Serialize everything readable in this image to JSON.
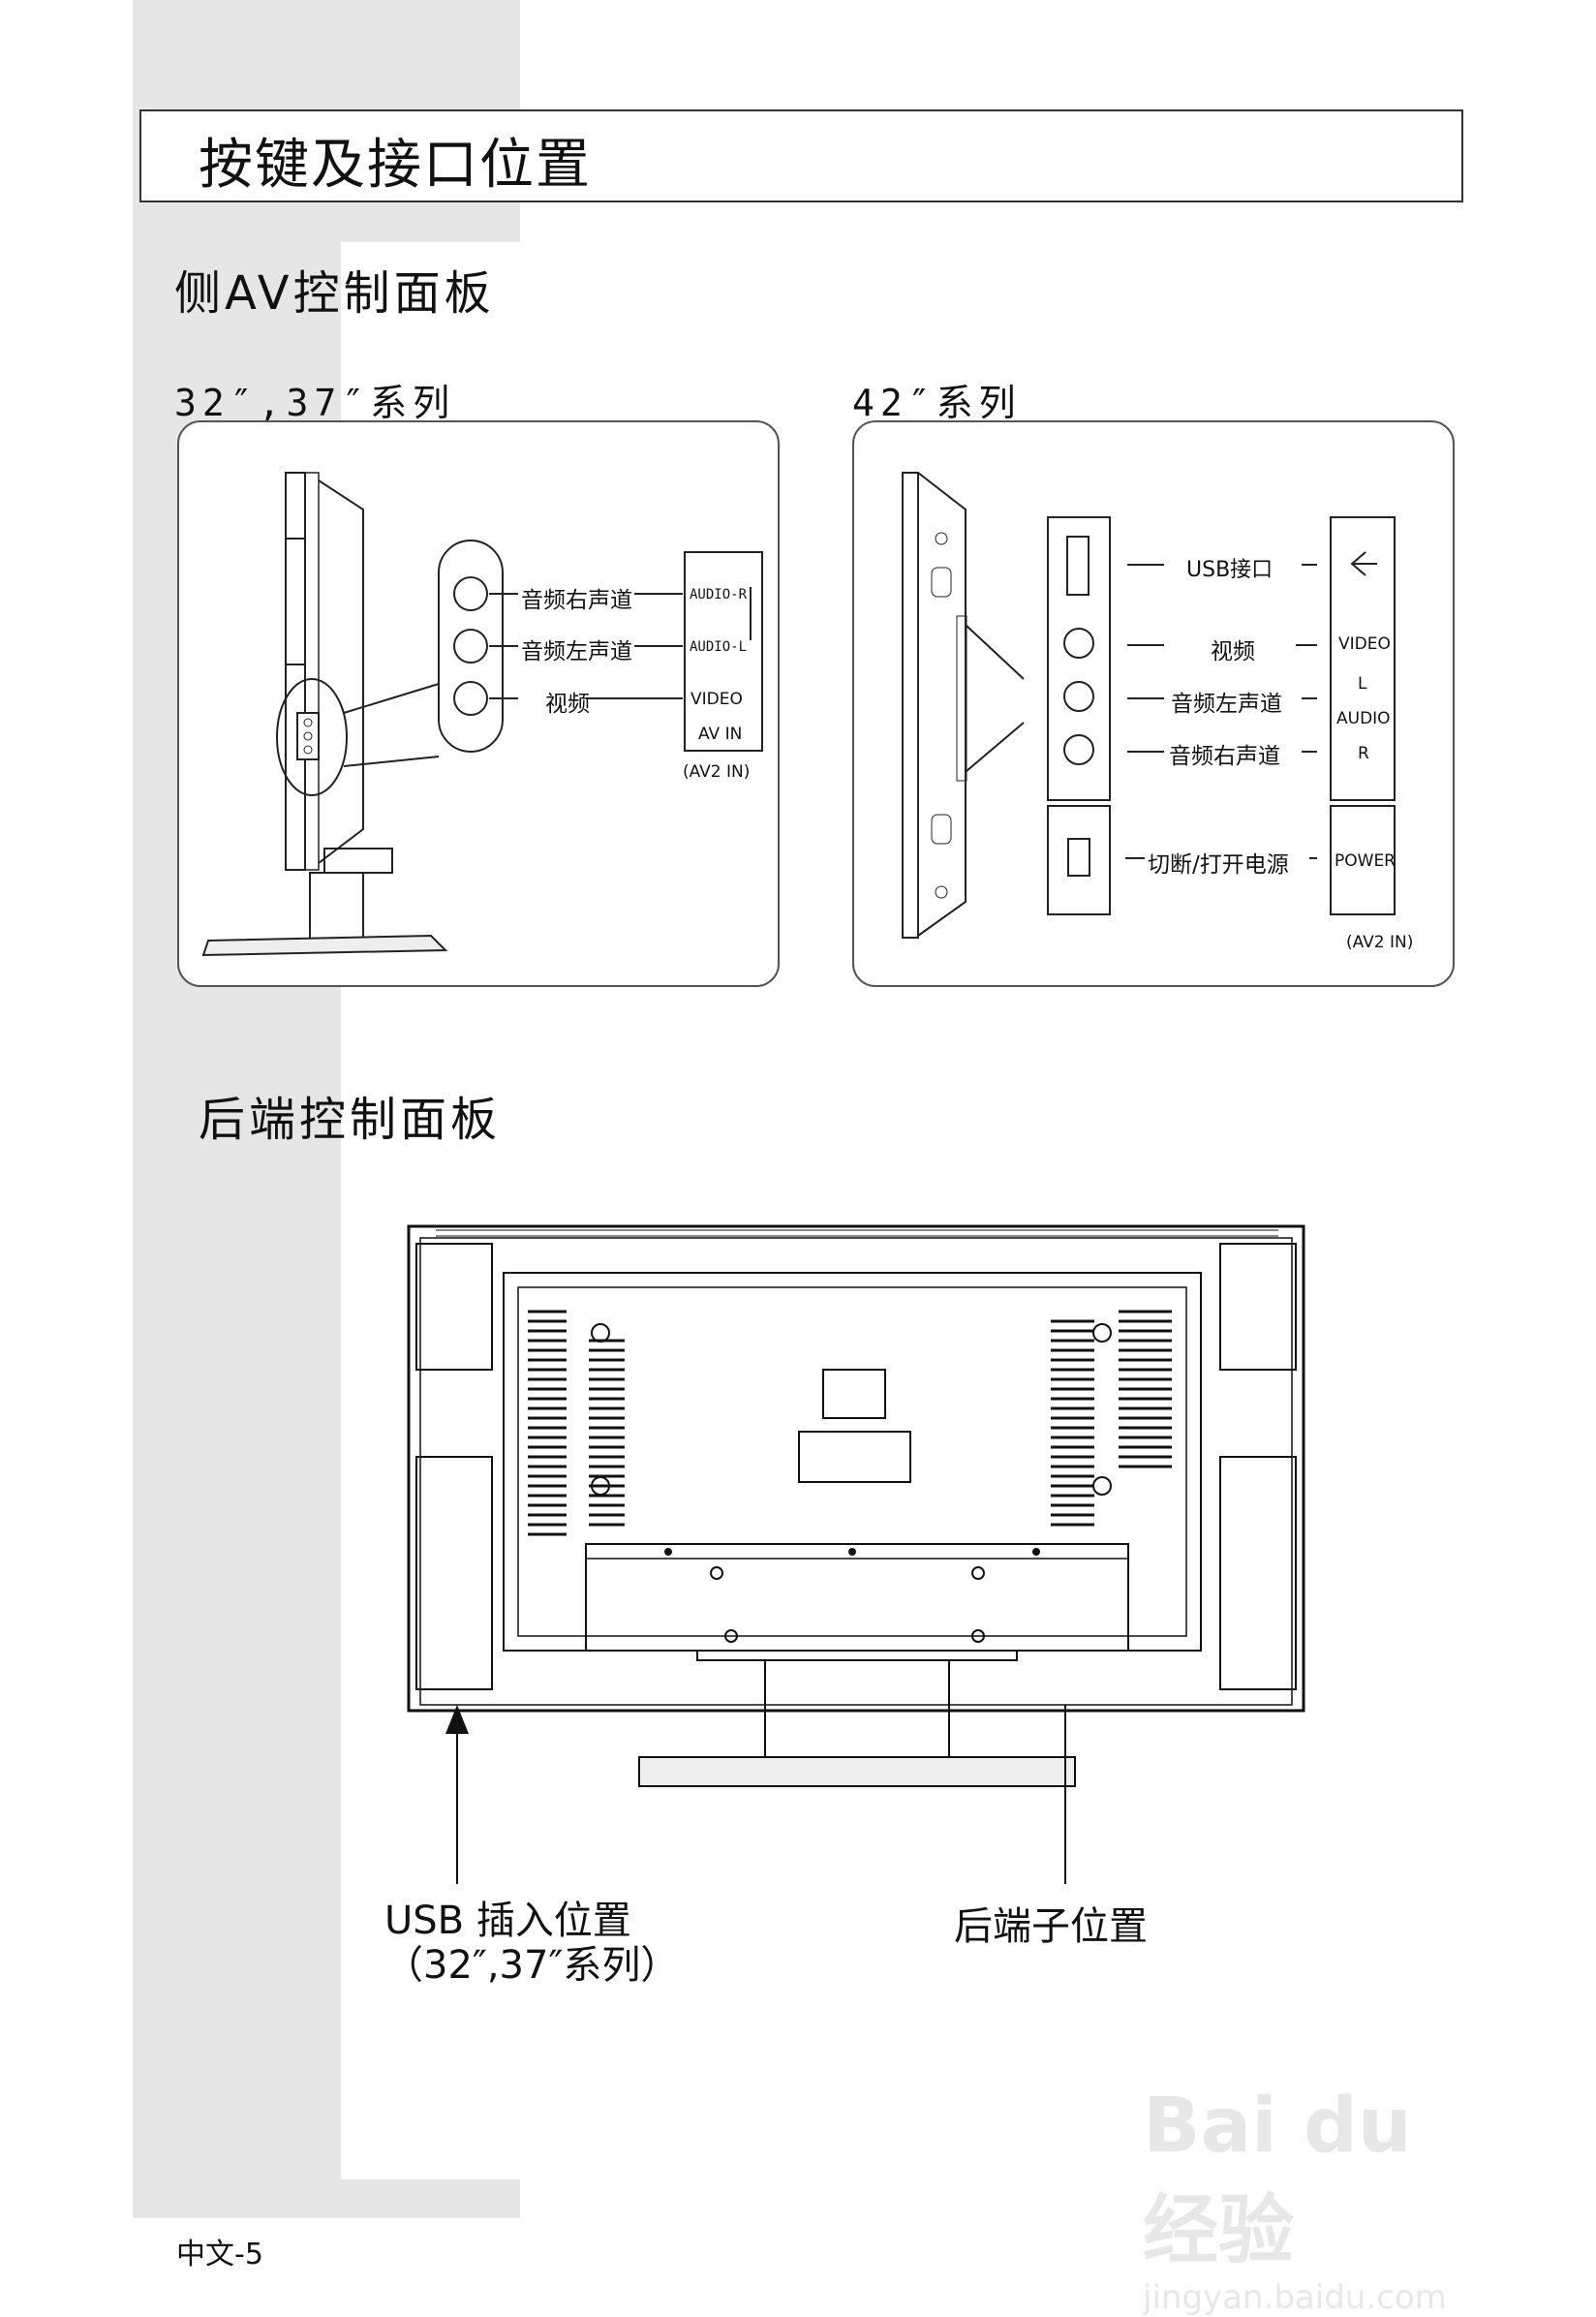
{
  "title": "按键及接口位置",
  "section_side": "侧AV控制面板",
  "series_32_37": "32″,37″系列",
  "series_42": "42″系列",
  "left_panel": {
    "audio_r_cn": "音频右声道",
    "audio_l_cn": "音频左声道",
    "video_cn": "视频",
    "audio_r_en": "AUDIO-R",
    "audio_l_en": "AUDIO-L",
    "video_en": "VIDEO",
    "av_in": "AV IN",
    "av2_in": "(AV2 IN)"
  },
  "right_panel": {
    "usb_cn": "USB接口",
    "video_cn": "视频",
    "audio_l_cn": "音频左声道",
    "audio_r_cn": "音频右声道",
    "power_cn": "切断/打开电源",
    "video_en": "VIDEO",
    "l_en": "L",
    "audio_en": "AUDIO",
    "r_en": "R",
    "power_en": "POWER",
    "av2_in": "(AV2 IN)"
  },
  "section_rear": "后端控制面板",
  "usb_caption_line1": "USB 插入位置",
  "usb_caption_line2": "（32″,37″系列）",
  "rear_terminal_caption": "后端子位置",
  "footer": "中文-5",
  "watermark_main": "Bai du 经验",
  "watermark_sub": "jingyan.baidu.com"
}
